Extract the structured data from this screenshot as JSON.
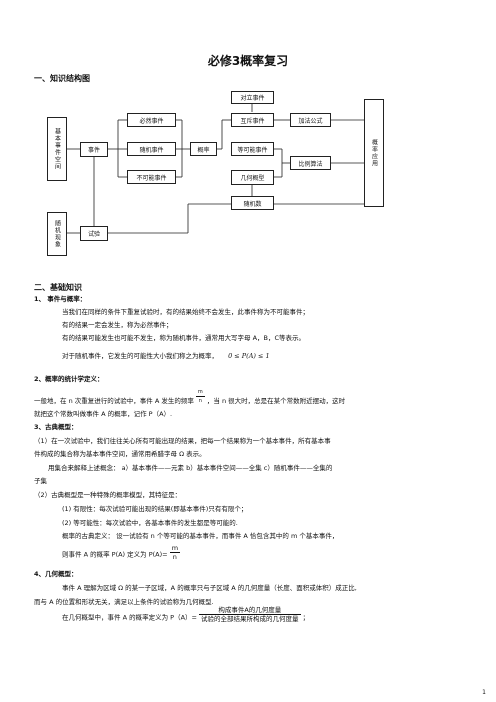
{
  "title": "必修3概率复习",
  "section1": "一、知识结构图",
  "diagram": {
    "sample_space": "基本事件空间",
    "random_phenomenon": "随机现象",
    "trial": "试验",
    "event": "事件",
    "certain_event": "必然事件",
    "random_event": "随机事件",
    "impossible_event": "不可能事件",
    "probability": "概率",
    "opposite_event": "对立事件",
    "mutually_exclusive": "互斥事件",
    "addition_formula": "加法公式",
    "equally_likely": "等可能事件",
    "geometric_model": "几何概型",
    "ratio_method": "比例算法",
    "random_number": "随机数",
    "probability_application": "概率应用"
  },
  "section2": "二、基础知识",
  "s1": {
    "heading": "1、 事件与概率：",
    "l1": "当我们在同样的条件下重复试验时，有的结果始终不会发生，此事件称为不可能事件；",
    "l2": "有的结果一定会发生，称为必然事件；",
    "l3": "有的结果可能发生也可能不发生，称为随机事件，通常用大写字母 A，B，C等表示。",
    "l4": "对于随机事件，它发生的可能性大小我们称之为概率，",
    "formula": "0 ≤ P(A) ≤ 1"
  },
  "s2": {
    "heading": "2、概率的统计学定义：",
    "l1a": "一般地，在 n 次重复进行的试验中，事件 A 发生的频率",
    "frac_num": "m",
    "frac_den": "n",
    "l1b": "，当 n 很大时，总是在某个常数附近摆动，这时",
    "l2": "就把这个常数叫做事件 A 的概率，记作 P（A）."
  },
  "s3": {
    "heading": "3、古典概型：",
    "l1": "（1）在一次试验中，我们往往关心所有可能出现的结果，把每一个结果称为一个基本事件，所有基本事",
    "l2": "件构成的集合称为基本事件空间，通常用希腊字母 Ω 表示。",
    "l3": "用集合来解释上述概念： a）基本事件——元素  b）基本事件空间——全集  c）随机事件——全集的",
    "l4": "子集",
    "l5": "（2）古典概型是一种特殊的概率模型，其特征是：",
    "l6": "(1) 有限性：每次试验可能出现的结果(即基本事件)只有有限个；",
    "l7": "(2) 等可能性：每次试验中，各基本事件的发生都是等可能的.",
    "l8": "概率的古典定义： 设一试验有 n 个等可能的基本事件，而事件 A 恰包含其中的 m 个基本事件，",
    "l9a": "则事件 A 的概率 P(A) 定义为  P(A)=",
    "frac_num": "m",
    "frac_den": "n"
  },
  "s4": {
    "heading": "4、几何概型：",
    "l1": "事件 A 理解为区域 Ω 的某一子区域，A 的概率只与子区域 A 的几何度量（长度、面积或体积）成正比,",
    "l2": "而与 A 的位置和形状无关，满足以上条件的试验称为几何概型.",
    "l3a": "在几何概型中，事件 A 的概率定义为 P（A）=",
    "frac_num": "构成事件A的几何度量",
    "frac_den": "试验的全部结果所构成的几何度量",
    "l3b": "；"
  },
  "page_number": "1"
}
